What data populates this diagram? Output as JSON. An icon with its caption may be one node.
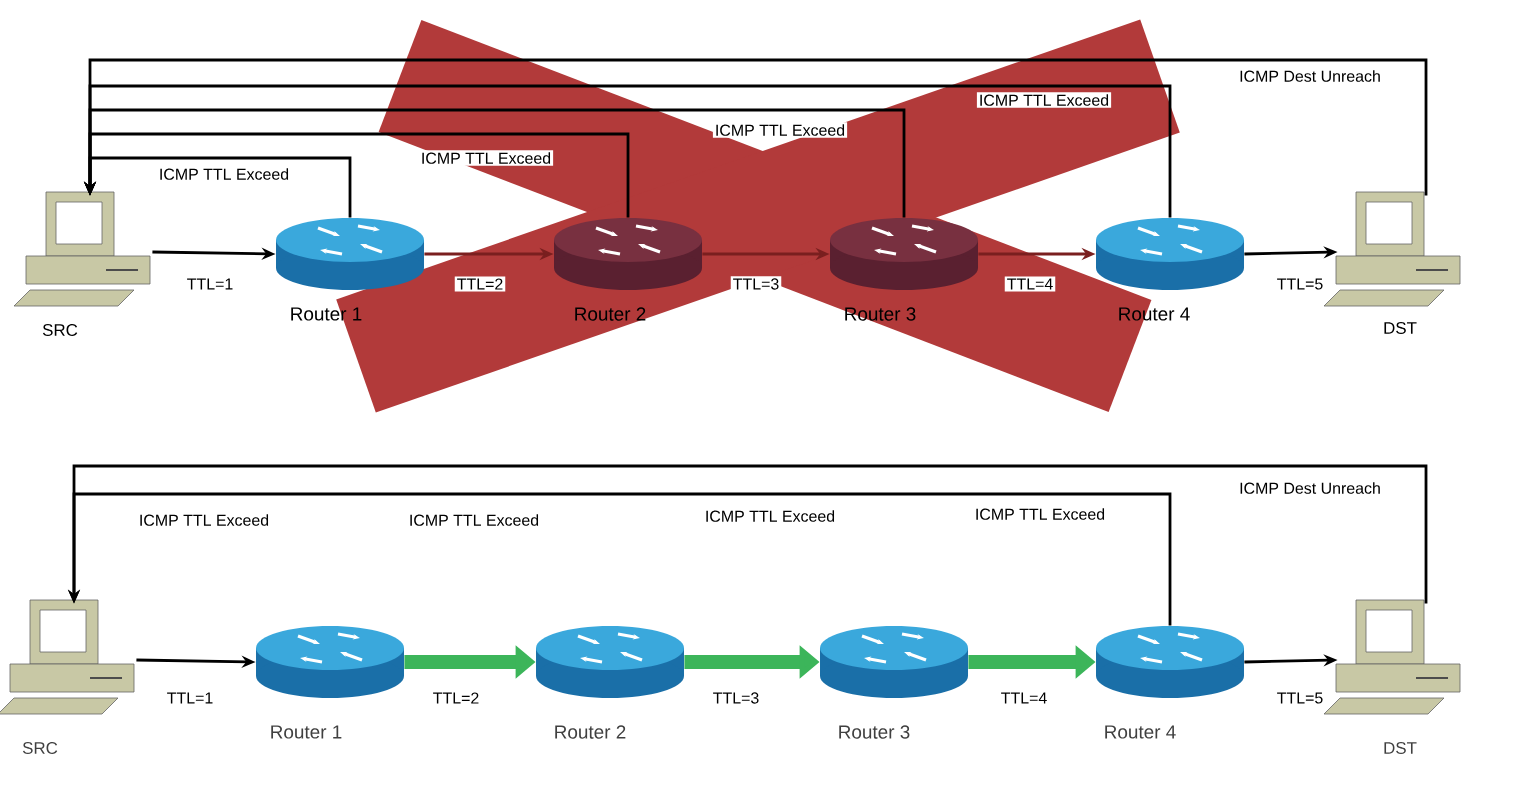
{
  "diagram": {
    "nodes": [
      {
        "text": [],
        "shape": "picture",
        "beside": [
          "SRC"
        ]
      },
      {
        "text": [],
        "shape": "picture",
        "beside": [
          "Router 1"
        ]
      },
      {
        "text": [],
        "shape": "picture",
        "beside": [
          "Router 2"
        ]
      },
      {
        "text": [],
        "shape": "picture",
        "beside": [
          "Router 3"
        ]
      },
      {
        "text": [],
        "shape": "picture",
        "beside": [
          "Router 4"
        ]
      },
      {
        "text": [],
        "shape": "picture",
        "beside": [
          "DST"
        ]
      },
      {
        "text": [],
        "shape": "picture",
        "beside": [
          "SRC"
        ]
      },
      {
        "text": [],
        "shape": "picture",
        "beside": [
          "Router 1"
        ]
      },
      {
        "text": [],
        "shape": "picture",
        "beside": [
          "Router 2"
        ]
      },
      {
        "text": [],
        "shape": "picture",
        "beside": [
          "Router 3"
        ]
      },
      {
        "text": [],
        "shape": "picture",
        "beside": [
          "Router 4"
        ]
      },
      {
        "text": [],
        "shape": "picture",
        "beside": [
          "DST"
        ]
      }
    ],
    "edges": [
      {
        "from": 0,
        "to": 1,
        "arrow": "to",
        "label": "TTL=1"
      },
      {
        "from": 1,
        "to": 2,
        "arrow": "to",
        "label": "TTL=2",
        "color": "#7a1f1f"
      },
      {
        "from": 2,
        "to": 3,
        "arrow": "to",
        "label": "TTL=3",
        "color": "#7a1f1f"
      },
      {
        "from": 3,
        "to": 4,
        "arrow": "to",
        "label": "TTL=4",
        "color": "#7a1f1f"
      },
      {
        "from": 4,
        "to": 5,
        "arrow": "to",
        "label": "TTL=5"
      },
      {
        "from": 1,
        "to": 0,
        "arrow": "to",
        "label": "ICMP TTL Exceed"
      },
      {
        "from": 2,
        "to": 0,
        "arrow": "to",
        "label": "ICMP TTL Exceed"
      },
      {
        "from": 3,
        "to": 0,
        "arrow": "to",
        "label": "ICMP TTL Exceed"
      },
      {
        "from": 4,
        "to": 0,
        "arrow": "to",
        "label": "ICMP TTL Exceed"
      },
      {
        "from": 5,
        "to": 0,
        "arrow": "to",
        "label": "ICMP Dest Unreach"
      },
      {
        "from": 6,
        "to": 7,
        "arrow": "to",
        "label": "TTL=1"
      },
      {
        "from": 7,
        "to": 8,
        "arrow": "to",
        "label": "TTL=2",
        "style": "thick",
        "color": "#3cb55a"
      },
      {
        "from": 8,
        "to": 9,
        "arrow": "to",
        "label": "TTL=3",
        "style": "thick",
        "color": "#3cb55a"
      },
      {
        "from": 9,
        "to": 10,
        "arrow": "to",
        "label": "TTL=4",
        "style": "thick",
        "color": "#3cb55a"
      },
      {
        "from": 10,
        "to": 11,
        "arrow": "to",
        "label": "TTL=5"
      },
      {
        "from": 10,
        "to": 6,
        "arrow": "to",
        "label": "ICMP TTL Exceed"
      },
      {
        "from": 11,
        "to": 6,
        "arrow": "to",
        "label": "ICMP Dest Unreach"
      }
    ],
    "labels": [
      "ICMP TTL Exceed",
      "ICMP TTL Exceed",
      "ICMP TTL Exceed"
    ]
  }
}
